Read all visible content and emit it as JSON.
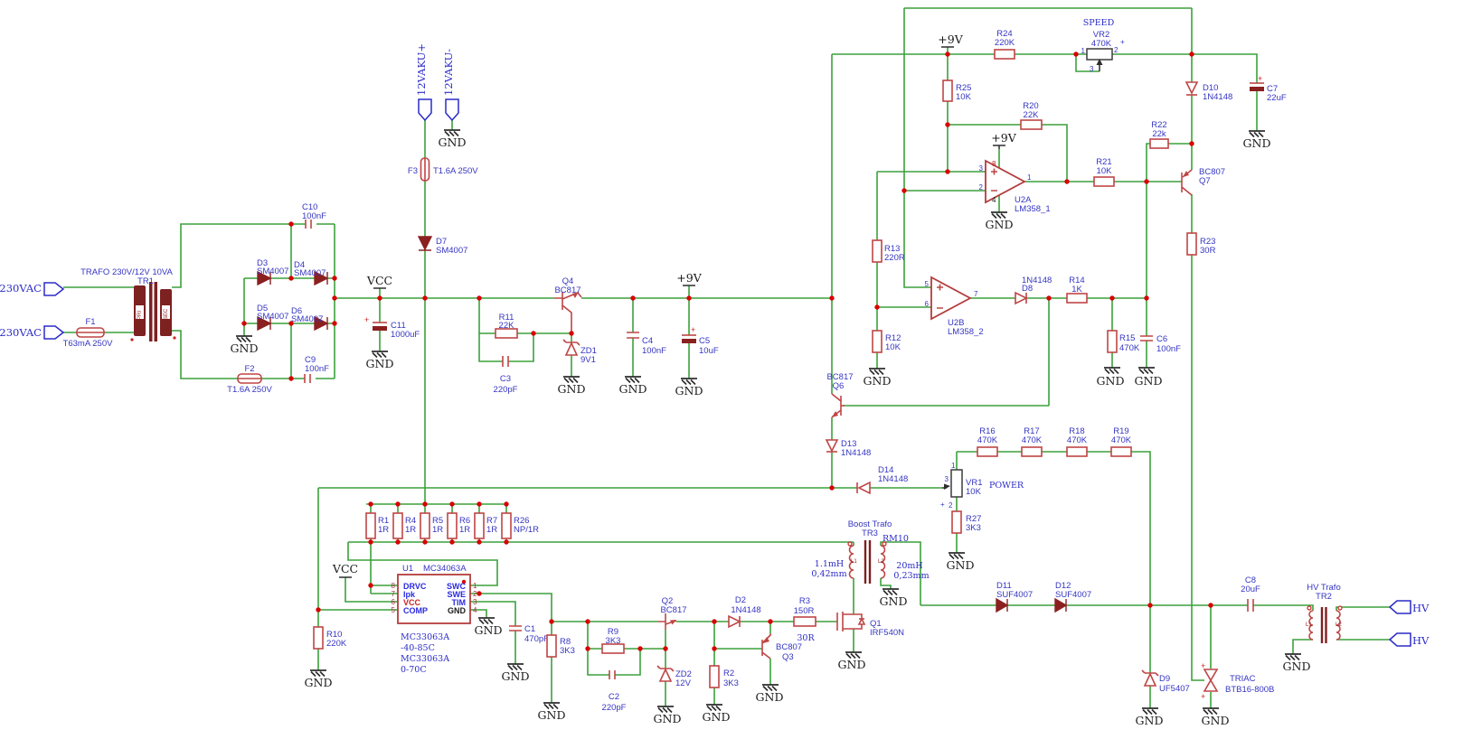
{
  "nets": {
    "gnd": "GND",
    "vcc": "VCC",
    "p9v": "+9V",
    "ac": "230VAC",
    "bat_plus": "12VAKU+",
    "bat_minus": "12VAKU-",
    "hv": "HV"
  },
  "adj": {
    "speed": "SPEED",
    "power": "POWER",
    "plus": "+",
    "r3_alt": "30R"
  },
  "pins": {
    "n1": "1",
    "n2": "2",
    "n3": "3",
    "n4": "4",
    "n5": "5",
    "n6": "6",
    "n7": "7",
    "n8": "8"
  },
  "tr1": {
    "ref": "TR1",
    "val": "TRAFO 230V/12V 10VA",
    "pri": "PRI",
    "sec": "SEC"
  },
  "tr2": {
    "ref": "TR2",
    "name": "HV Trafo",
    "l1": "L1",
    "l2": "L2"
  },
  "tr3": {
    "ref": "TR3",
    "name": "Boost Trafo",
    "pkg": "RM10",
    "l1": "L1",
    "l2": "L2",
    "l1_val": "1.1mH",
    "l1_wire": "0,42mm",
    "l2_val": "20mH",
    "l2_wire": "0,23mm"
  },
  "u1": {
    "ref": "U1",
    "val": "MC34063A",
    "pin_drvc": "DRVC",
    "pin_ipk": "Ipk",
    "pin_vcc": "VCC",
    "pin_comp": "COMP",
    "pin_swc": "SWC",
    "pin_swe": "SWE",
    "pin_tim": "TIM",
    "pin_gnd": "GND",
    "note_l1": "MC33063A",
    "note_l2": "-40-85C",
    "note_l3": "MC33063A",
    "note_l4": "0-70C"
  },
  "c": {
    "f1": {
      "ref": "F1",
      "val": "T63mA 250V"
    },
    "f2": {
      "ref": "F2",
      "val": "T1.6A 250V"
    },
    "f3": {
      "ref": "F3",
      "val": "T1.6A 250V"
    },
    "d2": {
      "ref": "D2",
      "val": "1N4148"
    },
    "d3": {
      "ref": "D3",
      "val": "SM4007"
    },
    "d4": {
      "ref": "D4",
      "val": "SM4007"
    },
    "d5": {
      "ref": "D5",
      "val": "SM4007"
    },
    "d6": {
      "ref": "D6",
      "val": "SM4007"
    },
    "d7": {
      "ref": "D7",
      "val": "SM4007"
    },
    "d8": {
      "ref": "D8",
      "val": "1N4148"
    },
    "d9": {
      "ref": "D9",
      "val": "UF5407"
    },
    "d10": {
      "ref": "D10",
      "val": "1N4148"
    },
    "d11": {
      "ref": "D11",
      "val": "SUF4007"
    },
    "d12": {
      "ref": "D12",
      "val": "SUF4007"
    },
    "d13": {
      "ref": "D13",
      "val": "1N4148"
    },
    "d14": {
      "ref": "D14",
      "val": "1N4148"
    },
    "zd1": {
      "ref": "ZD1",
      "val": "9V1"
    },
    "zd2": {
      "ref": "ZD2",
      "val": "12V"
    },
    "r1": {
      "ref": "R1",
      "val": "1R"
    },
    "r2": {
      "ref": "R2",
      "val": "3K3"
    },
    "r3": {
      "ref": "R3",
      "val": "150R"
    },
    "r4": {
      "ref": "R4",
      "val": "1R"
    },
    "r5": {
      "ref": "R5",
      "val": "1R"
    },
    "r6": {
      "ref": "R6",
      "val": "1R"
    },
    "r7": {
      "ref": "R7",
      "val": "1R"
    },
    "r8": {
      "ref": "R8",
      "val": "3K3"
    },
    "r9": {
      "ref": "R9",
      "val": "3K3"
    },
    "r10": {
      "ref": "R10",
      "val": "220K"
    },
    "r11": {
      "ref": "R11",
      "val": "22K"
    },
    "r12": {
      "ref": "R12",
      "val": "10K"
    },
    "r13": {
      "ref": "R13",
      "val": "220R"
    },
    "r14": {
      "ref": "R14",
      "val": "1K"
    },
    "r15": {
      "ref": "R15",
      "val": "470K"
    },
    "r16": {
      "ref": "R16",
      "val": "470K"
    },
    "r17": {
      "ref": "R17",
      "val": "470K"
    },
    "r18": {
      "ref": "R18",
      "val": "470K"
    },
    "r19": {
      "ref": "R19",
      "val": "470K"
    },
    "r20": {
      "ref": "R20",
      "val": "22K"
    },
    "r21": {
      "ref": "R21",
      "val": "10K"
    },
    "r22": {
      "ref": "R22",
      "val": "22k"
    },
    "r23": {
      "ref": "R23",
      "val": "30R"
    },
    "r24": {
      "ref": "R24",
      "val": "220K"
    },
    "r25": {
      "ref": "R25",
      "val": "10K"
    },
    "r26": {
      "ref": "R26",
      "val": "NP/1R"
    },
    "r27": {
      "ref": "R27",
      "val": "3K3"
    },
    "c1": {
      "ref": "C1",
      "val": "470pF"
    },
    "c2": {
      "ref": "C2",
      "val": "220pF"
    },
    "c3": {
      "ref": "C3",
      "val": "220pF"
    },
    "c4": {
      "ref": "C4",
      "val": "100nF"
    },
    "c5": {
      "ref": "C5",
      "val": "10uF"
    },
    "c6": {
      "ref": "C6",
      "val": "100nF"
    },
    "c7": {
      "ref": "C7",
      "val": "22uF"
    },
    "c8": {
      "ref": "C8",
      "val": "20uF"
    },
    "c9": {
      "ref": "C9",
      "val": "100nF"
    },
    "c10": {
      "ref": "C10",
      "val": "100nF"
    },
    "c11": {
      "ref": "C11",
      "val": "1000uF"
    },
    "q1": {
      "ref": "Q1",
      "val": "IRF540N"
    },
    "q2": {
      "ref": "Q2",
      "val": "BC817"
    },
    "q3": {
      "ref": "Q3",
      "val": "BC807"
    },
    "q4": {
      "ref": "Q4",
      "val": "BC817"
    },
    "q6": {
      "ref": "Q6",
      "val": "BC817"
    },
    "q7": {
      "ref": "Q7",
      "val": "BC807"
    },
    "vr1": {
      "ref": "VR1",
      "val": "10K"
    },
    "vr2": {
      "ref": "VR2",
      "val": "470K"
    },
    "triac": {
      "ref": "TRIAC",
      "val": "BTB16-800B"
    },
    "u2a": {
      "ref": "U2A",
      "val": "LM358_1"
    },
    "u2b": {
      "ref": "U2B",
      "val": "LM358_2"
    }
  }
}
